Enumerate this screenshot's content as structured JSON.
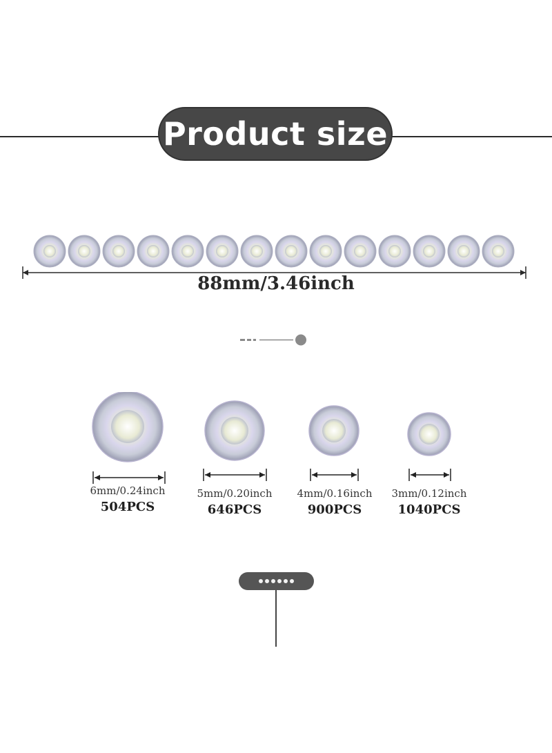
{
  "title": "Product size",
  "total_length_label": "88mm/3.46inch",
  "row_count": 14,
  "sizes": [
    {
      "size": "6mm/0.24inch",
      "qty": "504PCS"
    },
    {
      "size": "5mm/0.20inch",
      "qty": "646PCS"
    },
    {
      "size": "4mm/0.16inch",
      "qty": "900PCS"
    },
    {
      "size": "3mm/0.12inch",
      "qty": "1040PCS"
    }
  ],
  "colors": {
    "pill": "#474747",
    "line": "#2a2a2a",
    "accent_dot": "#8a8a8a"
  },
  "icons": [
    "rhinestone-icon",
    "dimension-arrow-icon",
    "dots-icon"
  ]
}
